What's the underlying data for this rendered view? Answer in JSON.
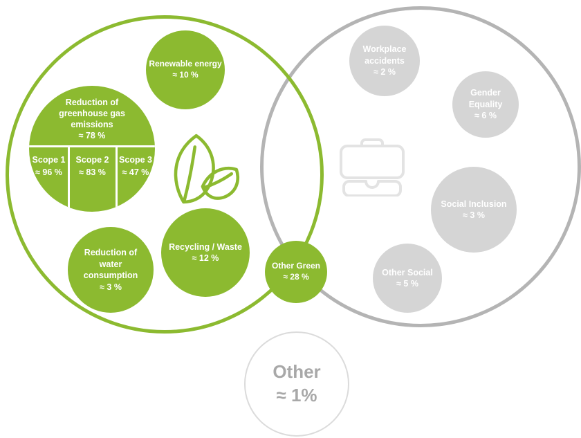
{
  "colors": {
    "green": "#8CBA30",
    "gray_ring": "#B4B4B4",
    "gray_bubble": "#D5D5D5",
    "icon_gray": "#E3E3E3",
    "other_ring": "#DBDBDB",
    "other_text": "#A8A8A8"
  },
  "green": {
    "bubbles": {
      "renewable": {
        "label": "Renewable energy",
        "value": "≈ 10 %"
      },
      "ghg": {
        "label": "Reduction of greenhouse gas emissions",
        "value": "≈ 78 %",
        "scopes": [
          {
            "label": "Scope 1",
            "value": "≈ 96 %"
          },
          {
            "label": "Scope 2",
            "value": "≈ 83 %"
          },
          {
            "label": "Scope 3",
            "value": "≈ 47 %"
          }
        ]
      },
      "water": {
        "label": "Reduction of water consumption",
        "value": "≈ 3 %"
      },
      "recycling": {
        "label": "Recycling / Waste",
        "value": "≈ 12 %"
      },
      "other_green": {
        "label": "Other Green",
        "value": "≈ 28 %"
      }
    }
  },
  "social": {
    "bubbles": {
      "workplace": {
        "label": "Workplace accidents",
        "value": "≈ 2 %"
      },
      "gender": {
        "label": "Gender Equality",
        "value": "≈ 6 %"
      },
      "inclusion": {
        "label": "Social Inclusion",
        "value": "≈ 3 %"
      },
      "other_social": {
        "label": "Other Social",
        "value": "≈ 5 %"
      }
    }
  },
  "other": {
    "label": "Other",
    "value": "≈ 1%"
  },
  "chart_data": {
    "type": "venn-bubble",
    "groups": [
      {
        "name": "green-circle",
        "items": [
          {
            "label": "Renewable energy",
            "pct": 10
          },
          {
            "label": "Reduction of greenhouse gas emissions",
            "pct": 78,
            "sub": [
              {
                "label": "Scope 1",
                "pct": 96
              },
              {
                "label": "Scope 2",
                "pct": 83
              },
              {
                "label": "Scope 3",
                "pct": 47
              }
            ]
          },
          {
            "label": "Reduction of water consumption",
            "pct": 3
          },
          {
            "label": "Recycling / Waste",
            "pct": 12
          },
          {
            "label": "Other Green",
            "pct": 28
          }
        ]
      },
      {
        "name": "gray-circle",
        "items": [
          {
            "label": "Workplace accidents",
            "pct": 2
          },
          {
            "label": "Gender Equality",
            "pct": 6
          },
          {
            "label": "Social Inclusion",
            "pct": 3
          },
          {
            "label": "Other Social",
            "pct": 5
          }
        ]
      },
      {
        "name": "outside",
        "items": [
          {
            "label": "Other",
            "pct": 1
          }
        ]
      }
    ]
  }
}
